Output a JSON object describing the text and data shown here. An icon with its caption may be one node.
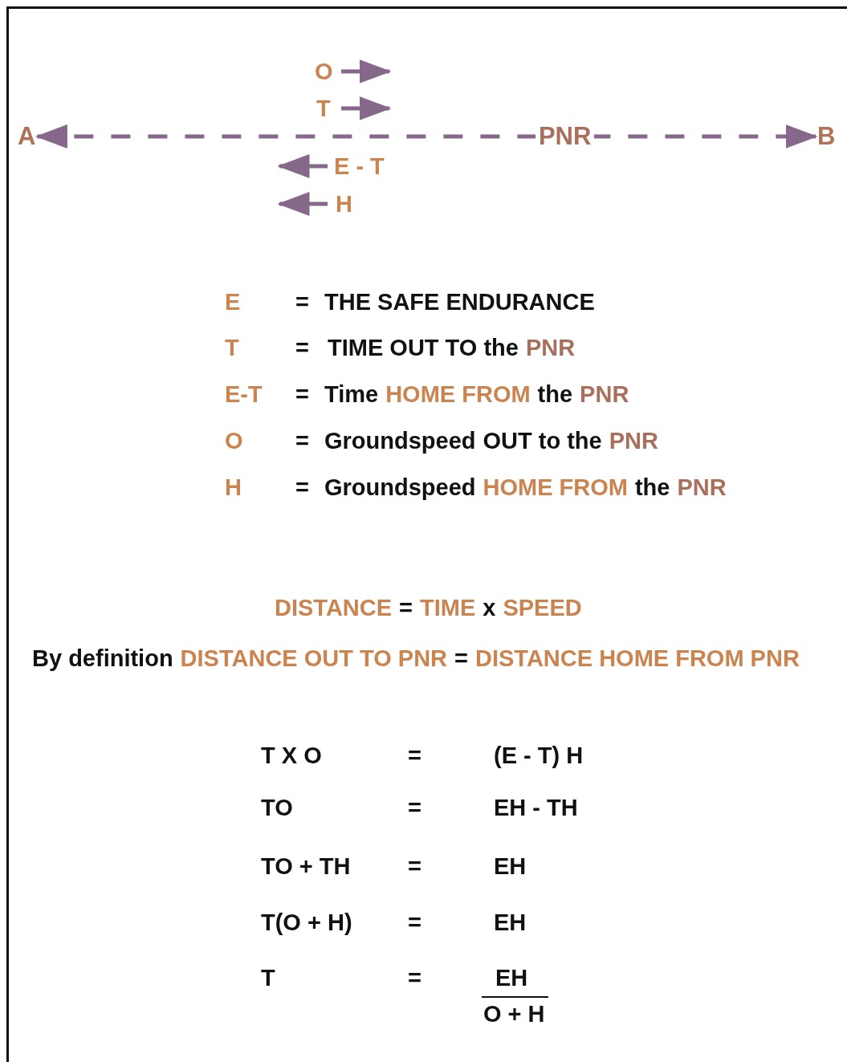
{
  "diagram": {
    "nodes": [
      {
        "text": [
          "A"
        ]
      },
      {
        "text": [
          "B"
        ]
      }
    ],
    "edges": [
      {
        "from": 0,
        "to": 1,
        "arrow": "both",
        "style": "dashed",
        "label": "PNR"
      }
    ],
    "labels": [
      "O",
      "T",
      "E - T",
      "H",
      "E",
      "=",
      "THE SAFE ENDURANCE",
      "T",
      "=",
      "TIME OUT TO the",
      "PNR",
      "E-T",
      "=",
      "Time",
      "HOME FROM",
      "the",
      "PNR",
      "O",
      "=",
      "Groundspeed",
      "OUT to the",
      "PNR",
      "H",
      "=",
      "Groundspeed",
      "HOME FROM",
      "the",
      "PNR",
      "DISTANCE",
      "=",
      "TIME",
      "x",
      "SPEED",
      "By definition",
      "DISTANCE OUT TO PNR",
      "=",
      "DISTANCE HOME FROM PNR",
      "T X O",
      "=",
      "(E - T) H",
      "TO",
      "=",
      "EH - TH",
      "TO + TH",
      "=",
      "EH",
      "T(O + H)",
      "=",
      "EH",
      "T",
      "=",
      "EH",
      "O + H"
    ]
  }
}
